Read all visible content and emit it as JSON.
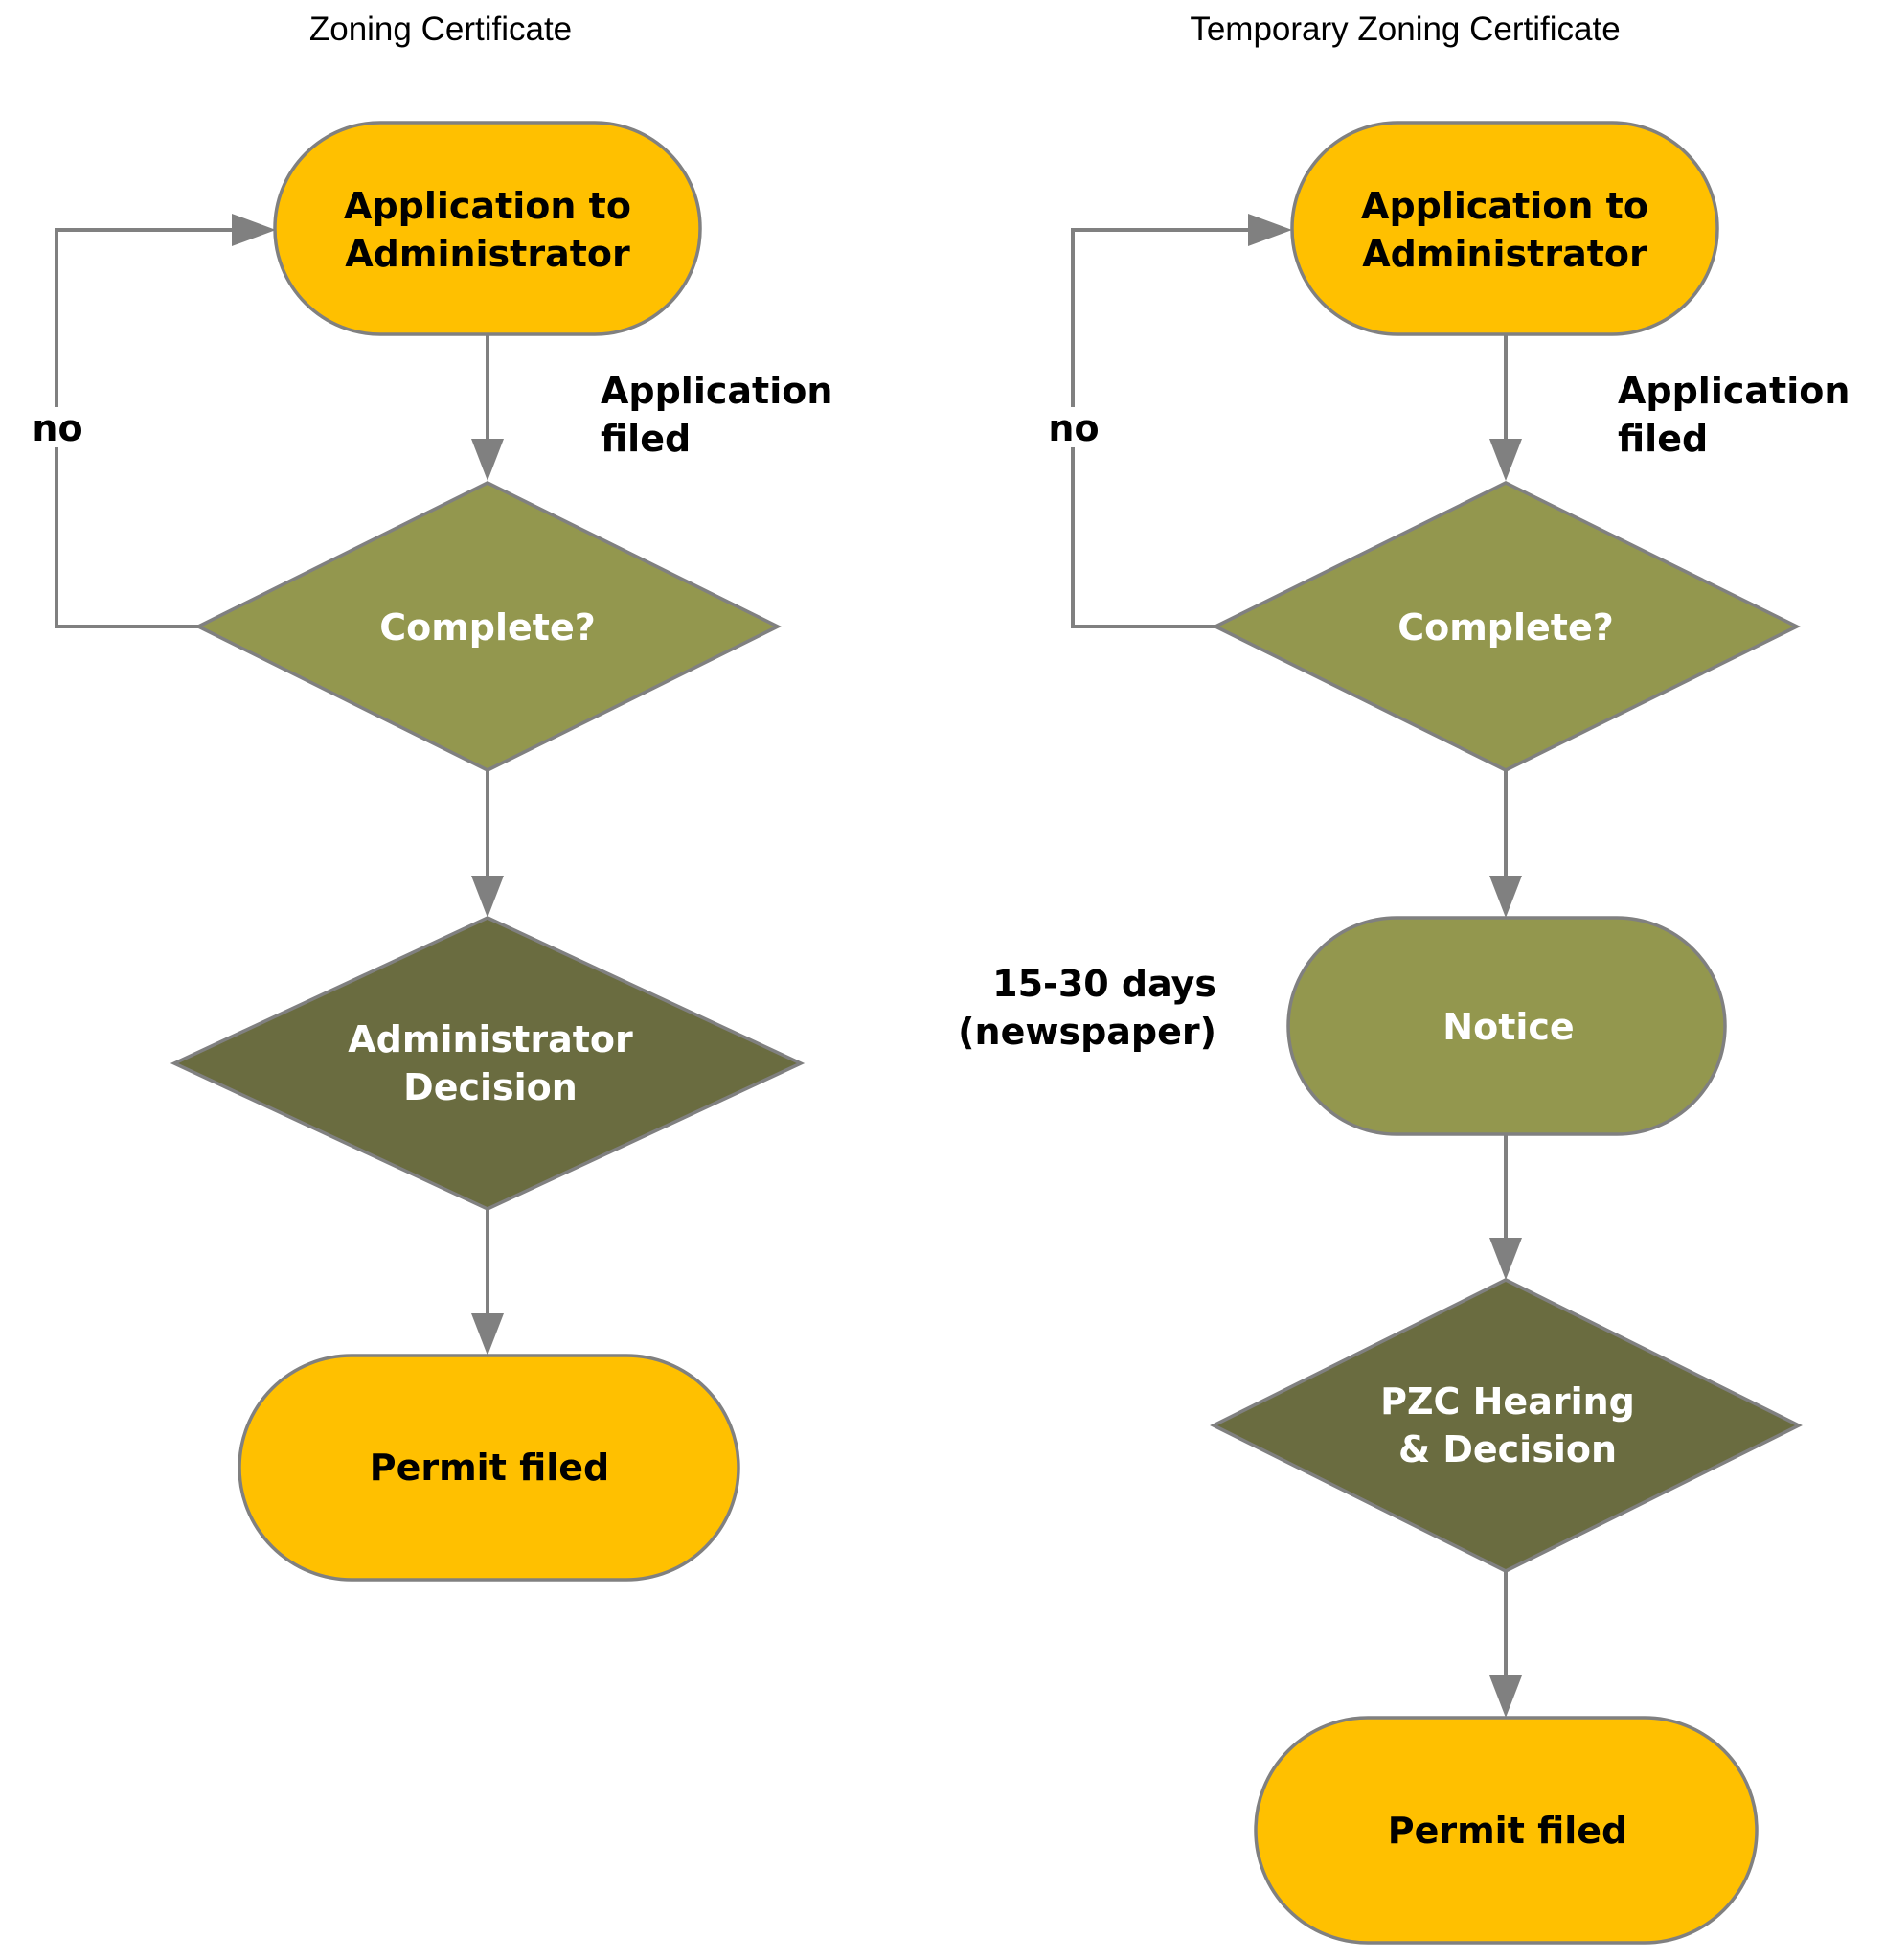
{
  "colors": {
    "terminal": "#FFC000",
    "process": "#93974E",
    "decision_light": "#93974E",
    "decision_dark": "#6A6C40",
    "connector": "#808080"
  },
  "flows": {
    "zoning": {
      "title": "Zoning Certificate",
      "nodes": {
        "application": {
          "type": "terminal",
          "lines": [
            "Application to",
            "Administrator"
          ]
        },
        "complete": {
          "type": "decision",
          "lines": [
            "Complete?"
          ]
        },
        "decision": {
          "type": "decision",
          "lines": [
            "Administrator",
            "Decision"
          ]
        },
        "permit": {
          "type": "terminal",
          "lines": [
            "Permit filed"
          ]
        }
      },
      "labels": {
        "loop_no": "no",
        "filed": [
          "Application",
          "filed"
        ]
      }
    },
    "temporary": {
      "title": "Temporary Zoning Certificate",
      "nodes": {
        "application": {
          "type": "terminal",
          "lines": [
            "Application to",
            "Administrator"
          ]
        },
        "complete": {
          "type": "decision",
          "lines": [
            "Complete?"
          ]
        },
        "notice": {
          "type": "process",
          "lines": [
            "Notice"
          ]
        },
        "decision": {
          "type": "decision",
          "lines": [
            "PZC Hearing",
            "& Decision"
          ]
        },
        "permit": {
          "type": "terminal",
          "lines": [
            "Permit filed"
          ]
        }
      },
      "labels": {
        "loop_no": "no",
        "filed": [
          "Application",
          "filed"
        ],
        "notice_period": [
          "15-30 days",
          "(newspaper)"
        ]
      }
    }
  }
}
